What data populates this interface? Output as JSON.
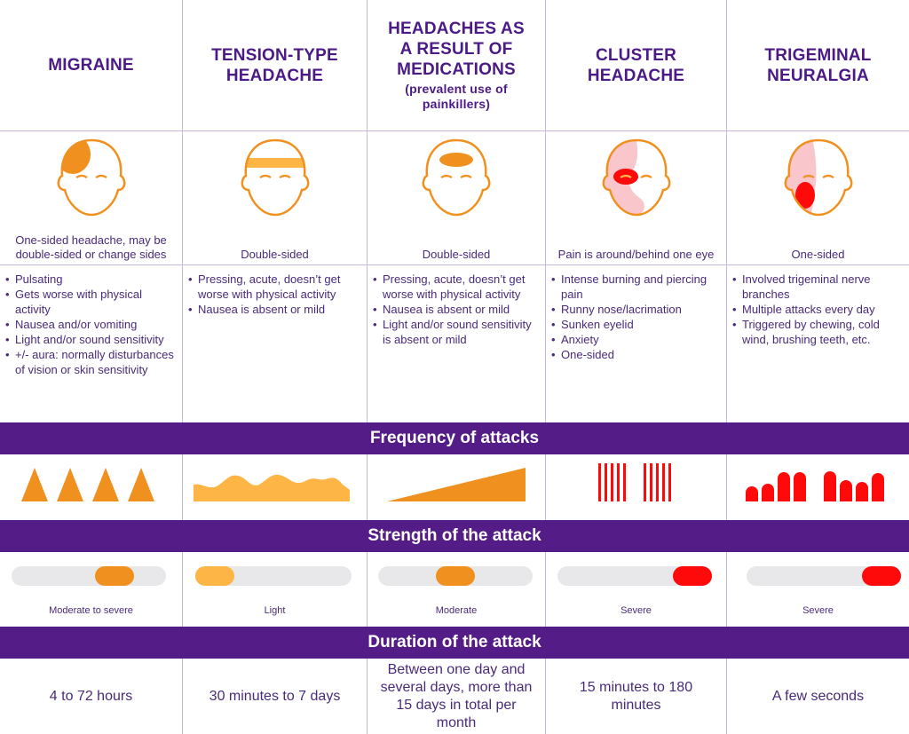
{
  "colors": {
    "purple": "#541c86",
    "heading": "#4b1a86",
    "orange": "#f0901e",
    "light_orange": "#fdb545",
    "red": "#ff0a0a",
    "pink": "#f9c6cc",
    "track": "#e8e8ea"
  },
  "columns": [
    {
      "title": "MIGRAINE",
      "subtitle": "",
      "face_caption": "One-sided headache, may be double-sided or change sides",
      "symptoms": [
        "Pulsating",
        "Gets worse with physical activity",
        "Nausea and/or vomiting",
        "Light and/or sound sensitivity",
        "+/- aura: normally disturbances of vision or skin sensitivity"
      ],
      "strength_label": "Moderate to severe",
      "strength_level": 0.72,
      "duration": "4 to 72 hours"
    },
    {
      "title": "TENSION-TYPE HEADACHE",
      "subtitle": "",
      "face_caption": "Double-sided",
      "symptoms": [
        "Pressing, acute, doesn’t get worse with physical activity",
        "Nausea is absent or mild"
      ],
      "strength_label": "Light",
      "strength_level": 0.0,
      "duration": "30 minutes to 7 days"
    },
    {
      "title": "HEADACHES AS A RESULT OF MEDICATIONS",
      "subtitle": "(prevalent use of painkillers)",
      "face_caption": "Double-sided",
      "symptoms": [
        "Pressing, acute, doesn’t get worse with physical activity",
        "Nausea is absent or mild",
        "Light and/or sound sensitivity is absent or mild"
      ],
      "strength_label": "Moderate",
      "strength_level": 0.5,
      "duration": "Between one day and several days, more than 15 days in total per month"
    },
    {
      "title": "CLUSTER HEADACHE",
      "subtitle": "",
      "face_caption": "Pain is around/behind one eye",
      "symptoms": [
        "Intense burning and piercing pain",
        "Runny nose/lacrimation",
        "Sunken eyelid",
        "Anxiety",
        "One-sided"
      ],
      "strength_label": "Severe",
      "strength_level": 1.0,
      "duration": "15 minutes to 180 minutes"
    },
    {
      "title": "TRIGEMINAL NEURALGIA",
      "subtitle": "",
      "face_caption": "One-sided",
      "symptoms": [
        "Involved trigeminal nerve branches",
        "Multiple attacks every day",
        "Triggered by chewing, cold wind, brushing teeth, etc."
      ],
      "strength_label": "Severe",
      "strength_level": 1.0,
      "duration": "A few seconds"
    }
  ],
  "bands": {
    "frequency": "Frequency of attacks",
    "strength": "Strength of the attack",
    "duration": "Duration of the attack"
  }
}
